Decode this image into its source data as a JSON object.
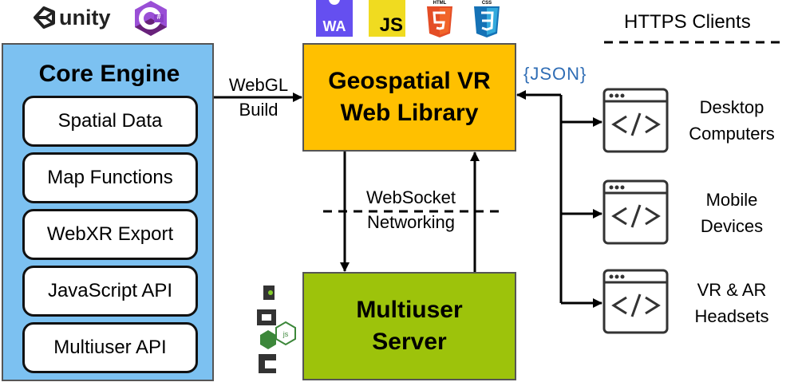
{
  "logos": {
    "unity": "unity",
    "csharp": "C#",
    "webassembly": "WA",
    "javascript": "JS",
    "html5": "HTML",
    "css3": "CSS",
    "json": "{JSON}",
    "nodejs": "node js"
  },
  "core_engine": {
    "title": "Core Engine",
    "items": [
      "Spatial Data",
      "Map Functions",
      "WebXR Export",
      "JavaScript API",
      "Multiuser API"
    ]
  },
  "connections": {
    "webgl_build": [
      "WebGL",
      "Build"
    ],
    "websocket": [
      "WebSocket",
      "Networking"
    ]
  },
  "geospatial_library": {
    "lines": [
      "Geospatial VR",
      "Web Library"
    ]
  },
  "multiuser_server": {
    "lines": [
      "Multiuser",
      "Server"
    ]
  },
  "clients": {
    "title": "HTTPS Clients",
    "items": [
      {
        "lines": [
          "Desktop",
          "Computers"
        ]
      },
      {
        "lines": [
          "Mobile",
          "Devices"
        ]
      },
      {
        "lines": [
          "VR & AR",
          "Headsets"
        ]
      }
    ]
  },
  "colors": {
    "core_engine": "#7cc1f1",
    "geospatial_library": "#ffc000",
    "multiuser_server": "#9dc30b",
    "json_text": "#2f6db5"
  }
}
